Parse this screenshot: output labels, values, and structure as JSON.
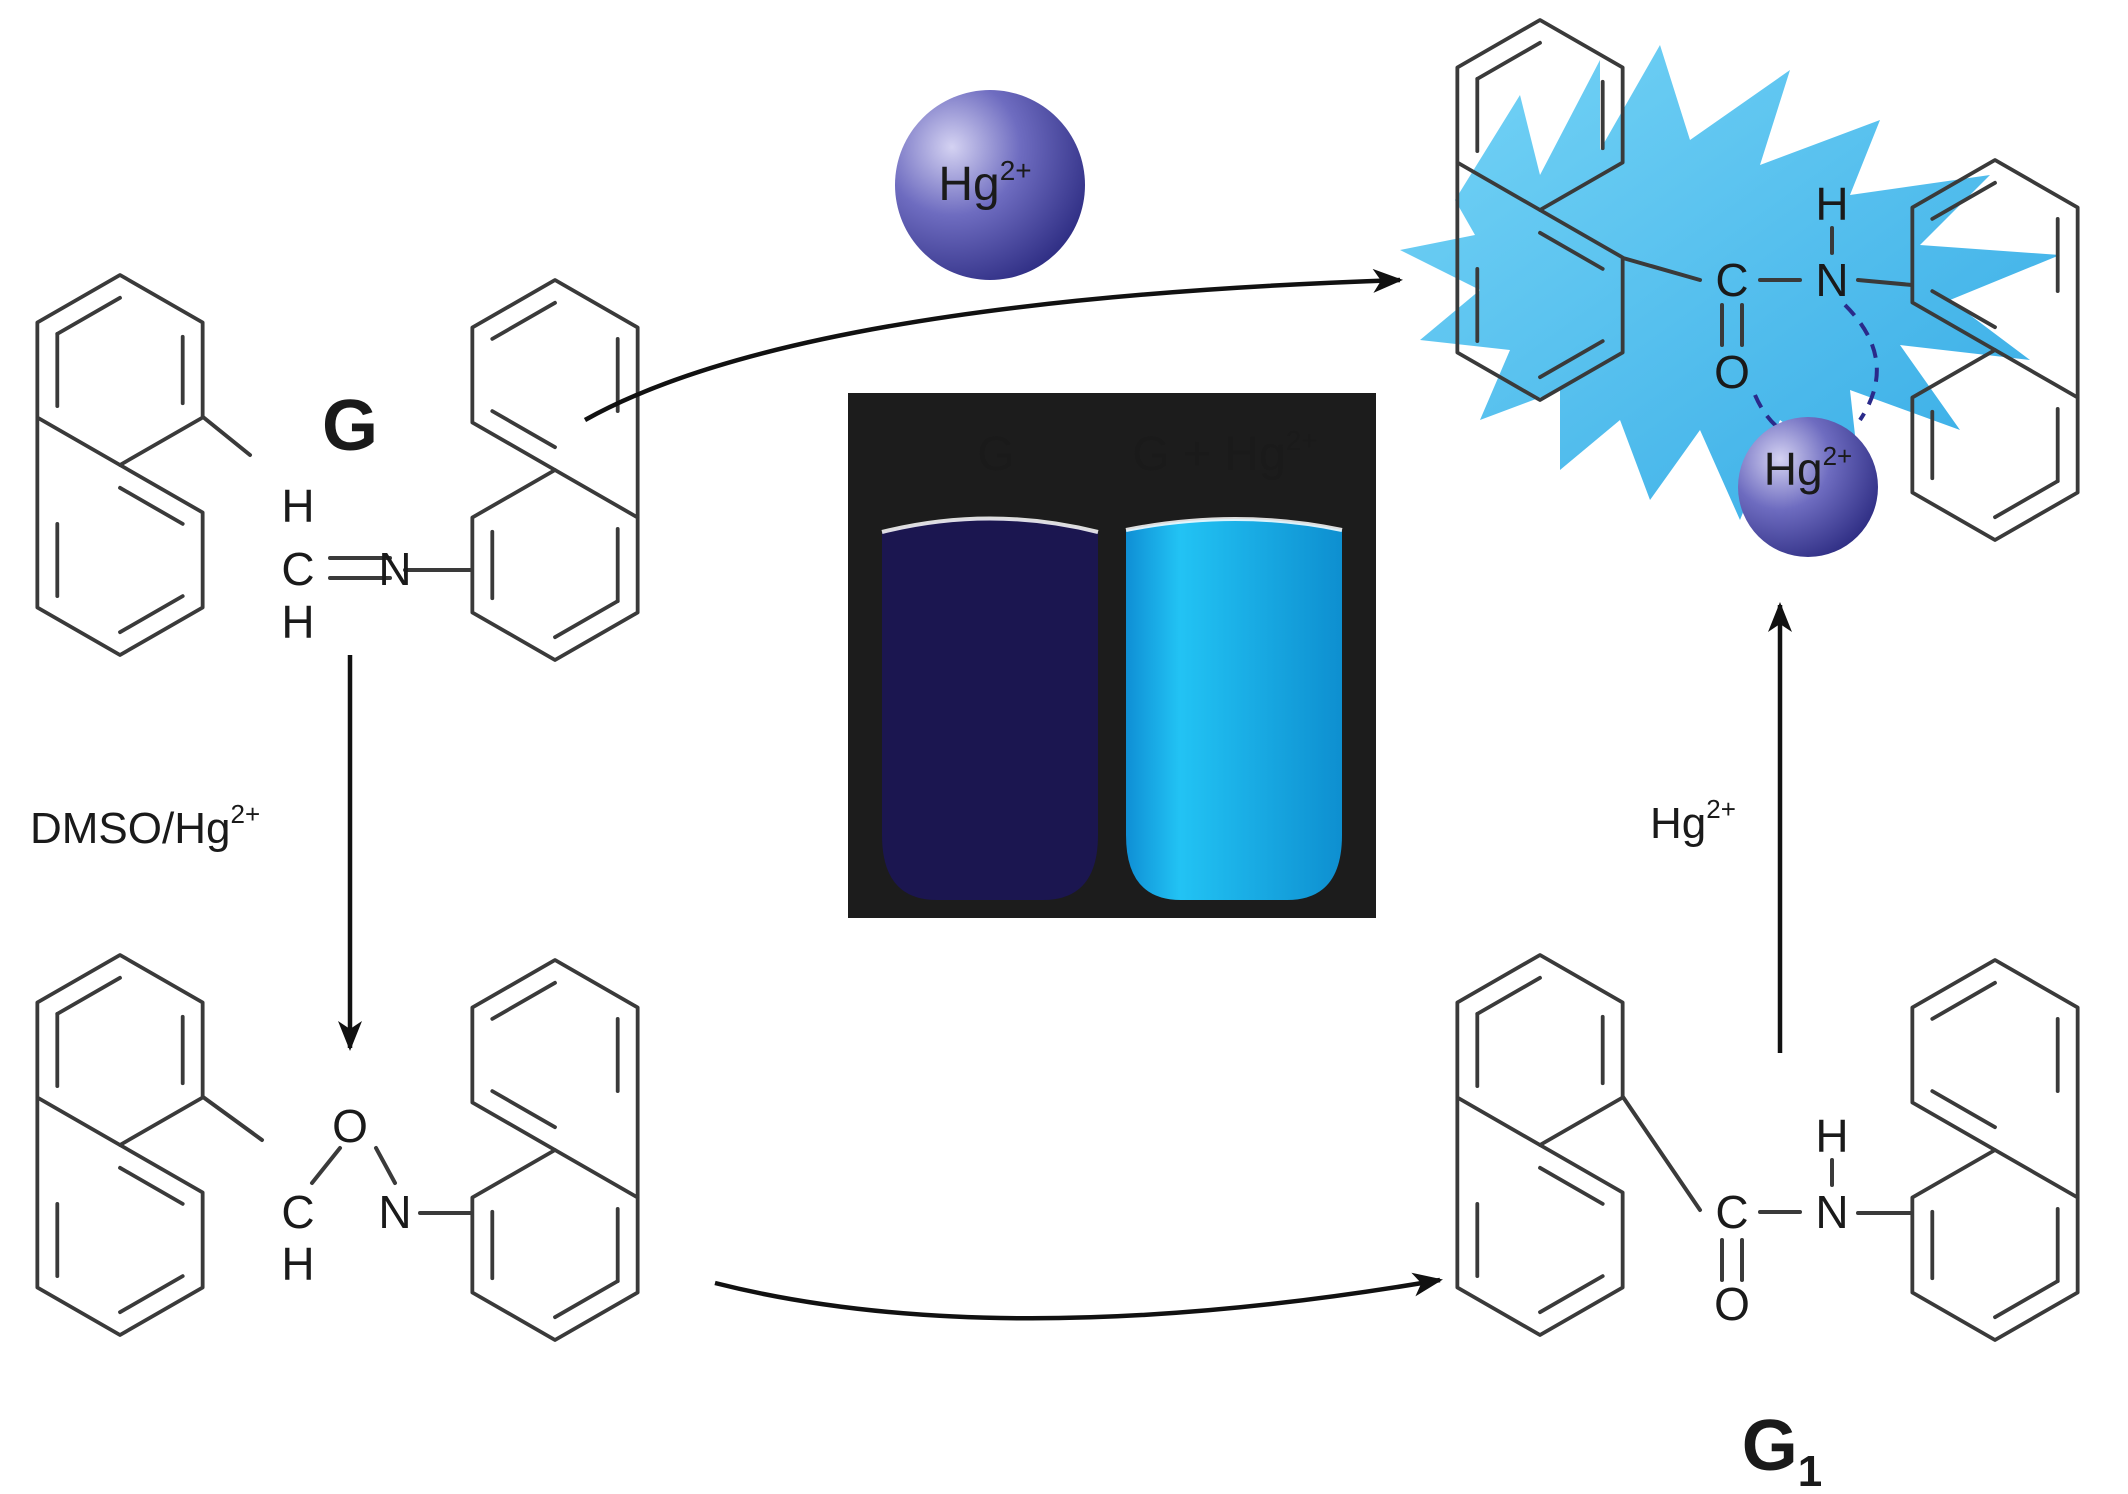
{
  "compounds": {
    "G": {
      "label": "G",
      "atom_H1": "H",
      "atom_C": "C",
      "atom_H2": "H",
      "atom_N": "N"
    },
    "oxaziridine": {
      "atom_O": "O",
      "atom_C": "C",
      "atom_H": "H",
      "atom_N": "N"
    },
    "G1": {
      "label_main": "G",
      "label_sub": "1",
      "atom_H": "H",
      "atom_N": "N",
      "atom_C": "C",
      "atom_O": "O"
    },
    "complex": {
      "atom_H": "H",
      "atom_N": "N",
      "atom_C": "C",
      "atom_O": "O",
      "ion_base": "Hg",
      "ion_charge": "2+"
    }
  },
  "reagents": {
    "dmso_label": "DMSO/Hg",
    "dmso_charge": "2+",
    "right_label": "Hg",
    "right_charge": "2+",
    "ion_sphere_base": "Hg",
    "ion_sphere_charge": "2+"
  },
  "photo": {
    "vial_left_label": "G",
    "vial_right_label_base": "G + Hg",
    "vial_right_label_charge": "2+"
  },
  "colors": {
    "bond": "#3a3a3a",
    "photo_bg": "#1c1c1c",
    "vial_dark": "#1b1650",
    "vial_light": "#1fb4ec",
    "splash": "#3fb6ea",
    "ion_sphere": "#4a4ba0"
  }
}
